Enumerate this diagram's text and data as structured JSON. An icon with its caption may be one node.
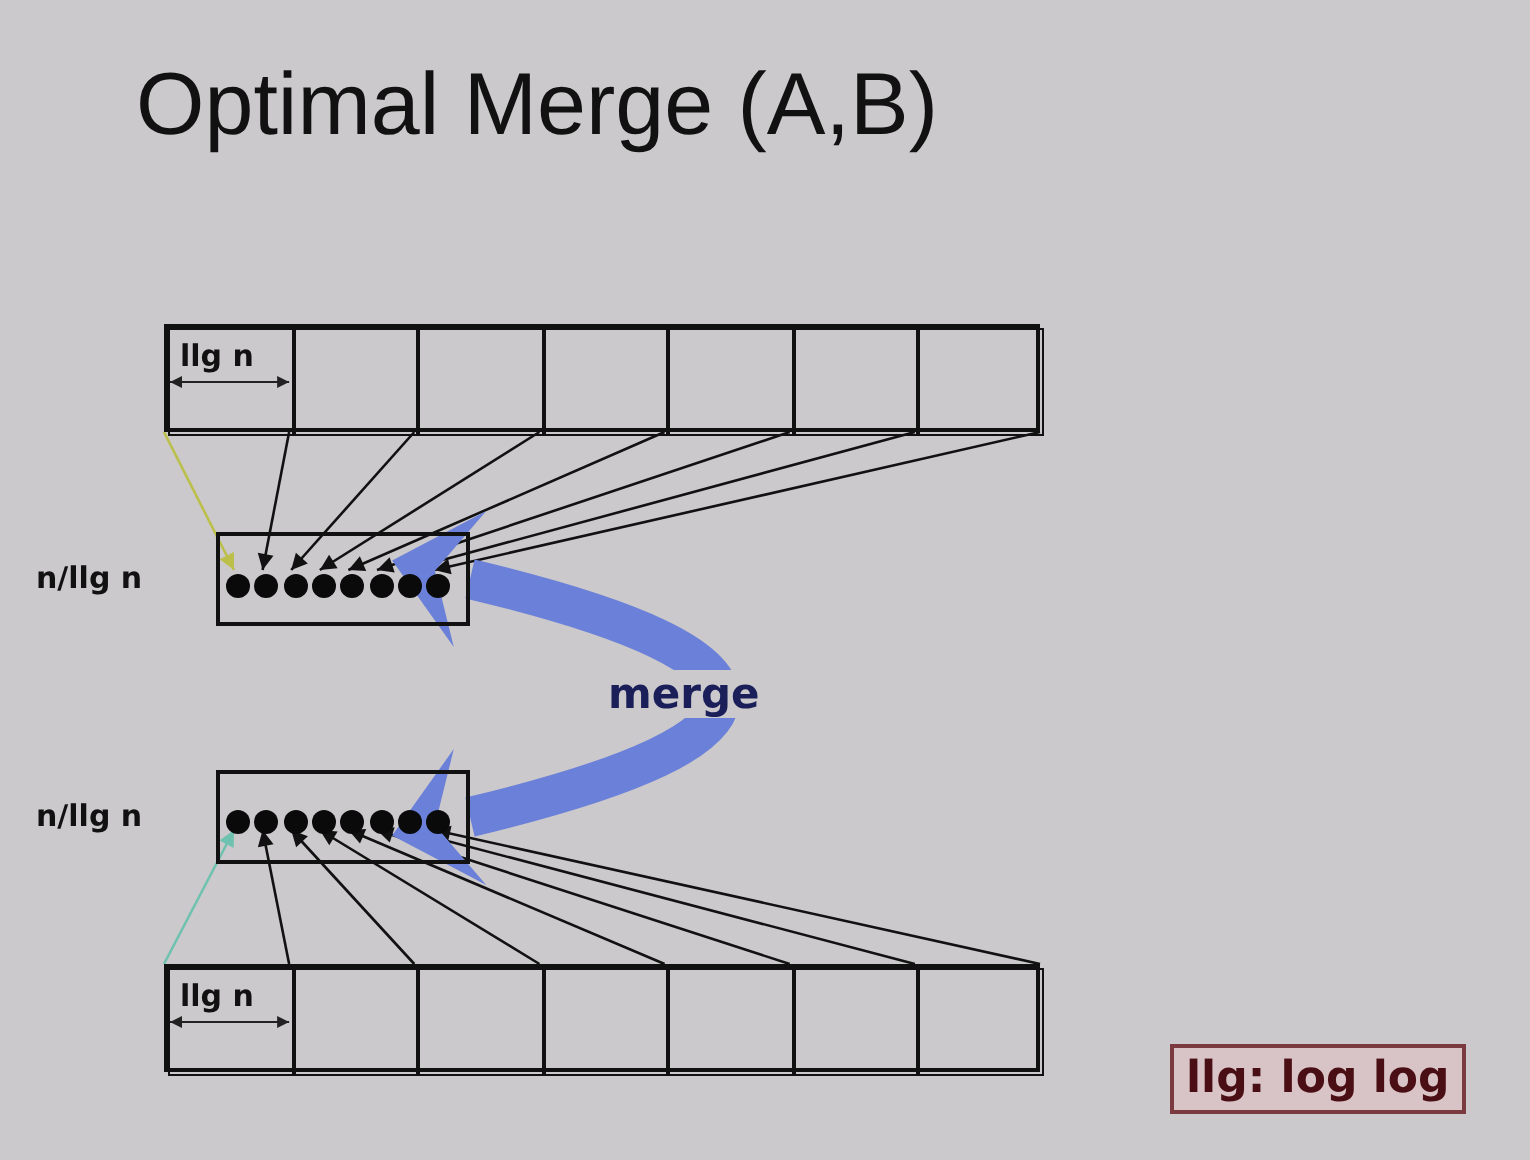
{
  "diagram": {
    "title": "Optimal Merge (A,B)",
    "nodes": [
      {
        "text": [],
        "shape": "box"
      },
      {
        "text": [
          "llg n"
        ],
        "in": 0
      },
      {
        "text": [],
        "shape": "box",
        "in": 0
      },
      {
        "text": [],
        "shape": "box",
        "in": 0
      },
      {
        "text": [],
        "shape": "box",
        "in": 0
      },
      {
        "text": [],
        "shape": "box",
        "in": 0
      },
      {
        "text": [],
        "shape": "box",
        "in": 0
      },
      {
        "text": [],
        "shape": "box",
        "in": 0
      },
      {
        "text": [],
        "shape": "box",
        "beside": [
          "n/llg n"
        ]
      },
      {
        "text": [],
        "shape": "circle",
        "in": 8
      },
      {
        "text": [],
        "shape": "circle",
        "in": 8
      },
      {
        "text": [],
        "shape": "circle",
        "in": 8
      },
      {
        "text": [],
        "shape": "circle",
        "in": 8
      },
      {
        "text": [],
        "shape": "circle",
        "in": 8
      },
      {
        "text": [],
        "shape": "circle",
        "in": 8
      },
      {
        "text": [],
        "shape": "circle",
        "in": 8
      },
      {
        "text": [],
        "shape": "circle",
        "in": 8
      },
      {
        "text": [],
        "shape": "box",
        "beside": [
          "n/llg n"
        ]
      },
      {
        "text": [],
        "shape": "circle",
        "in": 17
      },
      {
        "text": [],
        "shape": "circle",
        "in": 17
      },
      {
        "text": [],
        "shape": "circle",
        "in": 17
      },
      {
        "text": [],
        "shape": "circle",
        "in": 17
      },
      {
        "text": [],
        "shape": "circle",
        "in": 17
      },
      {
        "text": [],
        "shape": "circle",
        "in": 17
      },
      {
        "text": [],
        "shape": "circle",
        "in": 17
      },
      {
        "text": [],
        "shape": "circle",
        "in": 17
      },
      {
        "text": [],
        "shape": "box"
      },
      {
        "text": [
          "llg n"
        ],
        "in": 26
      },
      {
        "text": [],
        "shape": "box",
        "in": 26
      },
      {
        "text": [],
        "shape": "box",
        "in": 26
      },
      {
        "text": [],
        "shape": "box",
        "in": 26
      },
      {
        "text": [],
        "shape": "box",
        "in": 26
      },
      {
        "text": [],
        "shape": "box",
        "in": 26
      },
      {
        "text": [],
        "shape": "box",
        "in": 26
      }
    ],
    "edges": [
      {
        "from": 0,
        "to": 9,
        "arrow": "to",
        "color": "#bcc04a"
      },
      {
        "from": 0,
        "to": 10,
        "arrow": "to"
      },
      {
        "from": 0,
        "to": 11,
        "arrow": "to"
      },
      {
        "from": 0,
        "to": 12,
        "arrow": "to"
      },
      {
        "from": 0,
        "to": 13,
        "arrow": "to"
      },
      {
        "from": 0,
        "to": 14,
        "arrow": "to"
      },
      {
        "from": 0,
        "to": 15,
        "arrow": "to"
      },
      {
        "from": 0,
        "to": 16,
        "arrow": "to"
      },
      {
        "from": 26,
        "to": 18,
        "arrow": "to",
        "color": "#6fc2b0"
      },
      {
        "from": 26,
        "to": 19,
        "arrow": "to"
      },
      {
        "from": 26,
        "to": 20,
        "arrow": "to"
      },
      {
        "from": 26,
        "to": 21,
        "arrow": "to"
      },
      {
        "from": 26,
        "to": 22,
        "arrow": "to"
      },
      {
        "from": 26,
        "to": 23,
        "arrow": "to"
      },
      {
        "from": 26,
        "to": 24,
        "arrow": "to"
      },
      {
        "from": 26,
        "to": 25,
        "arrow": "to"
      },
      {
        "from": 8,
        "to": 17,
        "arrow": "both",
        "label": "merge",
        "style": "thick",
        "color": "#6b80d8"
      }
    ],
    "labels": [
      "llg: log log"
    ]
  }
}
